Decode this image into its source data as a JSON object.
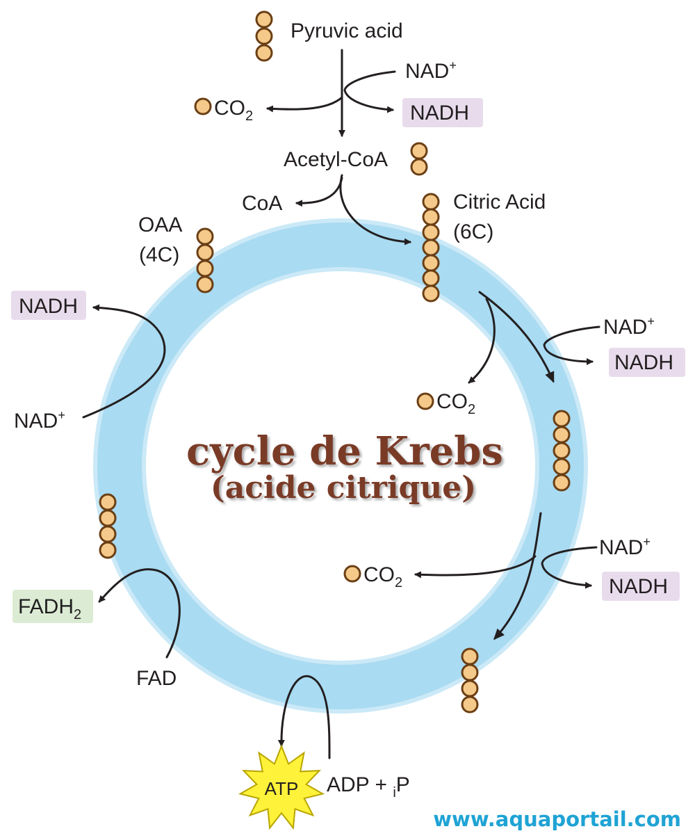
{
  "title": {
    "line1": "cycle de Krebs",
    "line2": "(acide citrique)"
  },
  "labels": {
    "pyruvic_acid": "Pyruvic acid",
    "nad_top": "NAD",
    "nadh_top": "NADH",
    "co2_top": "CO",
    "acetyl_coa": "Acetyl-CoA",
    "coa": "CoA",
    "citric_acid": "Citric Acid",
    "citric_acid_carbons": "(6C)",
    "oaa": "OAA",
    "oaa_carbons": "(4C)",
    "nad_right1": "NAD",
    "nadh_right1": "NADH",
    "co2_right1": "CO",
    "nad_right2": "NAD",
    "nadh_right2": "NADH",
    "co2_right2": "CO",
    "nadh_left": "NADH",
    "nad_left": "NAD",
    "fadh2_base": "FADH",
    "fadh2_sub": "2",
    "fad": "FAD",
    "atp": "ATP",
    "adp": "ADP + ",
    "adp_sub": "i",
    "adp_p": "P",
    "co2_sub": "2",
    "plus_sign": "+"
  },
  "watermark": "www.aquaportail.com",
  "colors": {
    "ring": "#a9dbf2",
    "ring_edge": "#cbe9f7",
    "molecule_fill": "#f4c98a",
    "molecule_stroke": "#6b3f14",
    "nadh_box": "#e8dcec",
    "fadh2_box": "#dcebd3",
    "atp_star": "#fff23a",
    "title": "#7a3b26",
    "watermark": "#1fa3d4"
  },
  "icons": [
    "molecule-chain-icon",
    "atp-star-icon",
    "arrow-icon"
  ]
}
